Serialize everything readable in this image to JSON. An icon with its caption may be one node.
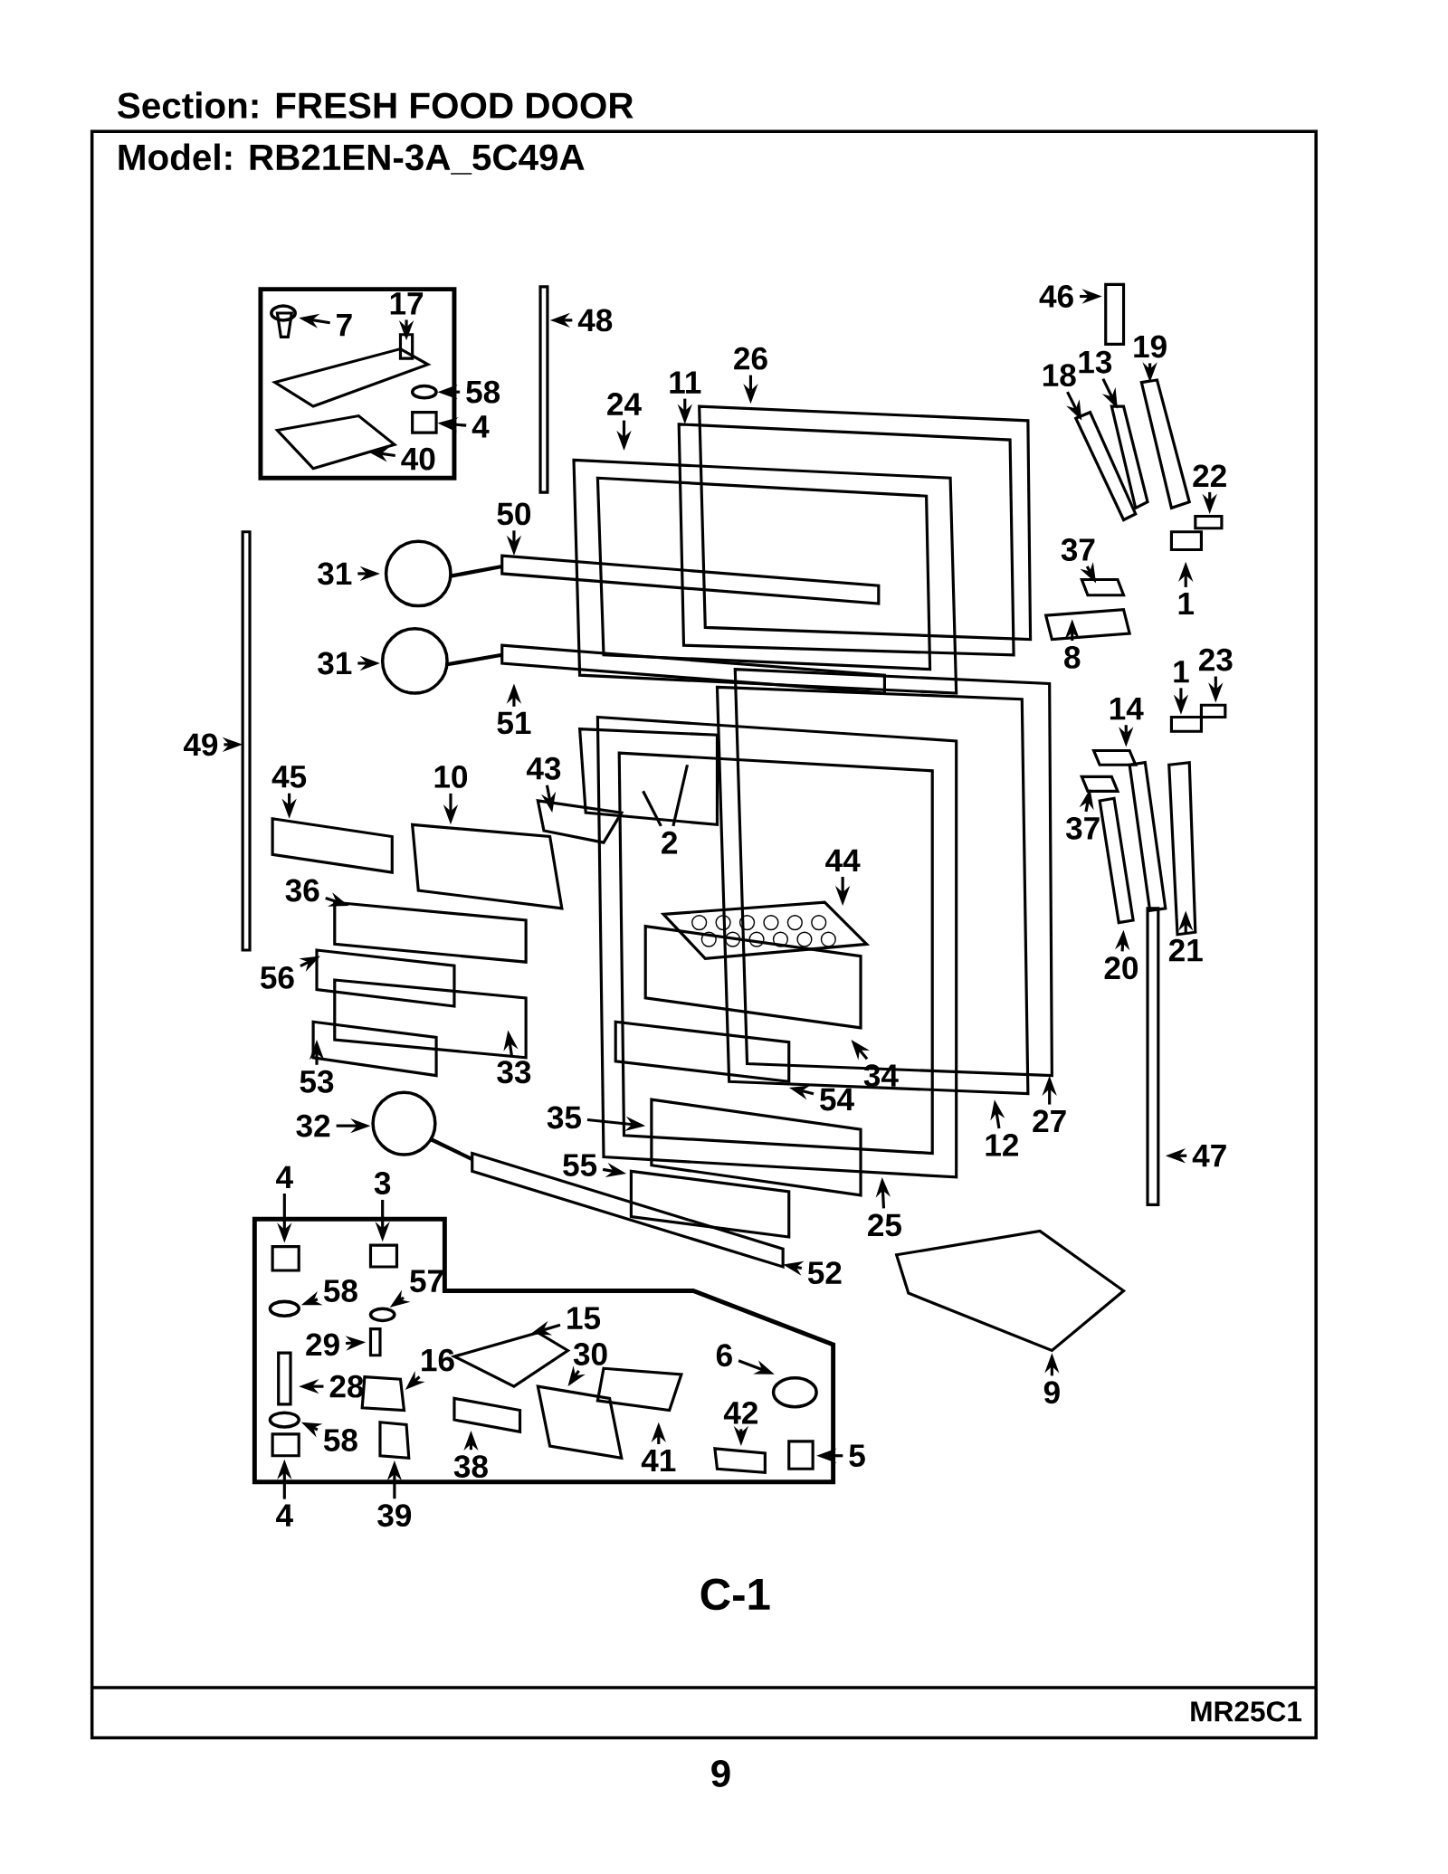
{
  "diagram": {
    "title": "Section:  FRESH FOOD DOOR",
    "nodes": [
      {
        "text": [
          "7"
        ]
      },
      {
        "text": [
          "17"
        ]
      },
      {
        "text": [
          "58"
        ]
      },
      {
        "text": [
          "4"
        ]
      },
      {
        "text": [
          "40"
        ]
      },
      {
        "text": [
          "48"
        ]
      },
      {
        "text": [
          "26"
        ]
      },
      {
        "text": [
          "11"
        ]
      },
      {
        "text": [
          "24"
        ]
      },
      {
        "text": [
          "46"
        ]
      },
      {
        "text": [
          "18"
        ]
      },
      {
        "text": [
          "13"
        ]
      },
      {
        "text": [
          "19"
        ]
      },
      {
        "text": [
          "22"
        ]
      },
      {
        "text": [
          "37"
        ]
      },
      {
        "text": [
          "1"
        ]
      },
      {
        "text": [
          "50"
        ]
      },
      {
        "text": [
          "31"
        ]
      },
      {
        "text": [
          "8"
        ]
      },
      {
        "text": [
          "31"
        ]
      },
      {
        "text": [
          "51"
        ]
      },
      {
        "text": [
          "1"
        ]
      },
      {
        "text": [
          "23"
        ]
      },
      {
        "text": [
          "14"
        ]
      },
      {
        "text": [
          "49"
        ]
      },
      {
        "text": [
          "45"
        ]
      },
      {
        "text": [
          "10"
        ]
      },
      {
        "text": [
          "43"
        ]
      },
      {
        "text": [
          "2"
        ]
      },
      {
        "text": [
          "37"
        ]
      },
      {
        "text": [
          "44"
        ]
      },
      {
        "text": [
          "36"
        ]
      },
      {
        "text": [
          "56"
        ]
      },
      {
        "text": [
          "20"
        ]
      },
      {
        "text": [
          "21"
        ]
      },
      {
        "text": [
          "33"
        ]
      },
      {
        "text": [
          "34"
        ]
      },
      {
        "text": [
          "53"
        ]
      },
      {
        "text": [
          "32"
        ]
      },
      {
        "text": [
          "54"
        ]
      },
      {
        "text": [
          "35"
        ]
      },
      {
        "text": [
          "27"
        ]
      },
      {
        "text": [
          "12"
        ]
      },
      {
        "text": [
          "47"
        ]
      },
      {
        "text": [
          "55"
        ]
      },
      {
        "text": [
          "25"
        ]
      },
      {
        "text": [
          "4"
        ]
      },
      {
        "text": [
          "3"
        ]
      },
      {
        "text": [
          "58"
        ]
      },
      {
        "text": [
          "57"
        ]
      },
      {
        "text": [
          "29"
        ]
      },
      {
        "text": [
          "16"
        ]
      },
      {
        "text": [
          "28"
        ]
      },
      {
        "text": [
          "15"
        ]
      },
      {
        "text": [
          "30"
        ]
      },
      {
        "text": [
          "6"
        ]
      },
      {
        "text": [
          "52"
        ]
      },
      {
        "text": [
          "58"
        ]
      },
      {
        "text": [
          "42"
        ]
      },
      {
        "text": [
          "41"
        ]
      },
      {
        "text": [
          "5"
        ]
      },
      {
        "text": [
          "38"
        ]
      },
      {
        "text": [
          "9"
        ]
      },
      {
        "text": [
          "4"
        ]
      },
      {
        "text": [
          "39"
        ]
      }
    ],
    "edges": [
      {
        "from": 0,
        "to": null,
        "arrow": "to"
      },
      {
        "from": 1,
        "to": null,
        "arrow": "to"
      },
      {
        "from": 2,
        "to": null,
        "arrow": "to"
      },
      {
        "from": 3,
        "to": null,
        "arrow": "to"
      },
      {
        "from": 4,
        "to": null,
        "arrow": "to"
      },
      {
        "from": 5,
        "to": null,
        "arrow": "to"
      },
      {
        "from": 6,
        "to": null,
        "arrow": "to"
      },
      {
        "from": 7,
        "to": null,
        "arrow": "to"
      },
      {
        "from": 8,
        "to": null,
        "arrow": "to"
      },
      {
        "from": 9,
        "to": null,
        "arrow": "to"
      },
      {
        "from": 10,
        "to": null,
        "arrow": "to"
      },
      {
        "from": 11,
        "to": null,
        "arrow": "to"
      },
      {
        "from": 12,
        "to": null,
        "arrow": "to"
      },
      {
        "from": 13,
        "to": null,
        "arrow": "to"
      },
      {
        "from": 14,
        "to": null,
        "arrow": "to"
      },
      {
        "from": 15,
        "to": null,
        "arrow": "to"
      },
      {
        "from": 16,
        "to": null,
        "arrow": "to"
      },
      {
        "from": 17,
        "to": null,
        "arrow": "to"
      },
      {
        "from": 18,
        "to": null,
        "arrow": "to"
      },
      {
        "from": 19,
        "to": null,
        "arrow": "to"
      },
      {
        "from": 20,
        "to": null,
        "arrow": "to"
      },
      {
        "from": 21,
        "to": null,
        "arrow": "to"
      },
      {
        "from": 22,
        "to": null,
        "arrow": "to"
      },
      {
        "from": 23,
        "to": null,
        "arrow": "to"
      },
      {
        "from": 24,
        "to": null,
        "arrow": "to"
      },
      {
        "from": 25,
        "to": null,
        "arrow": "to"
      },
      {
        "from": 26,
        "to": null,
        "arrow": "to"
      },
      {
        "from": 27,
        "to": null,
        "arrow": "to"
      },
      {
        "from": 28,
        "to": null,
        "arrow": "none"
      },
      {
        "from": 28,
        "to": null,
        "arrow": "none"
      },
      {
        "from": 29,
        "to": null,
        "arrow": "to"
      },
      {
        "from": 30,
        "to": null,
        "arrow": "to"
      },
      {
        "from": 31,
        "to": null,
        "arrow": "to"
      },
      {
        "from": 32,
        "to": null,
        "arrow": "to"
      },
      {
        "from": 33,
        "to": null,
        "arrow": "to"
      },
      {
        "from": 34,
        "to": null,
        "arrow": "to"
      },
      {
        "from": 35,
        "to": null,
        "arrow": "to"
      },
      {
        "from": 36,
        "to": null,
        "arrow": "to"
      },
      {
        "from": 37,
        "to": null,
        "arrow": "to"
      },
      {
        "from": 38,
        "to": null,
        "arrow": "to"
      },
      {
        "from": 39,
        "to": null,
        "arrow": "to"
      },
      {
        "from": 40,
        "to": null,
        "arrow": "to"
      },
      {
        "from": 41,
        "to": null,
        "arrow": "to"
      },
      {
        "from": 42,
        "to": null,
        "arrow": "to"
      },
      {
        "from": 43,
        "to": null,
        "arrow": "to"
      },
      {
        "from": 44,
        "to": null,
        "arrow": "to"
      },
      {
        "from": 45,
        "to": null,
        "arrow": "to"
      },
      {
        "from": 46,
        "to": null,
        "arrow": "to"
      },
      {
        "from": 47,
        "to": null,
        "arrow": "to"
      },
      {
        "from": 48,
        "to": null,
        "arrow": "to"
      },
      {
        "from": 49,
        "to": null,
        "arrow": "to"
      },
      {
        "from": 50,
        "to": null,
        "arrow": "to"
      },
      {
        "from": 51,
        "to": null,
        "arrow": "to"
      },
      {
        "from": 52,
        "to": null,
        "arrow": "to"
      },
      {
        "from": 53,
        "to": null,
        "arrow": "to"
      },
      {
        "from": 54,
        "to": null,
        "arrow": "to"
      },
      {
        "from": 55,
        "to": null,
        "arrow": "to"
      },
      {
        "from": 56,
        "to": null,
        "arrow": "to"
      },
      {
        "from": 57,
        "to": null,
        "arrow": "to"
      },
      {
        "from": 58,
        "to": null,
        "arrow": "to"
      },
      {
        "from": 59,
        "to": null,
        "arrow": "to"
      },
      {
        "from": 60,
        "to": null,
        "arrow": "to"
      },
      {
        "from": 61,
        "to": null,
        "arrow": "to"
      },
      {
        "from": 62,
        "to": null,
        "arrow": "to"
      },
      {
        "from": 63,
        "to": null,
        "arrow": "to"
      },
      {
        "from": 64,
        "to": null,
        "arrow": "to"
      }
    ],
    "labels": [
      "Model:  RB21EN-3A_5C49A",
      "C-1",
      "MR25C1",
      "9"
    ]
  }
}
